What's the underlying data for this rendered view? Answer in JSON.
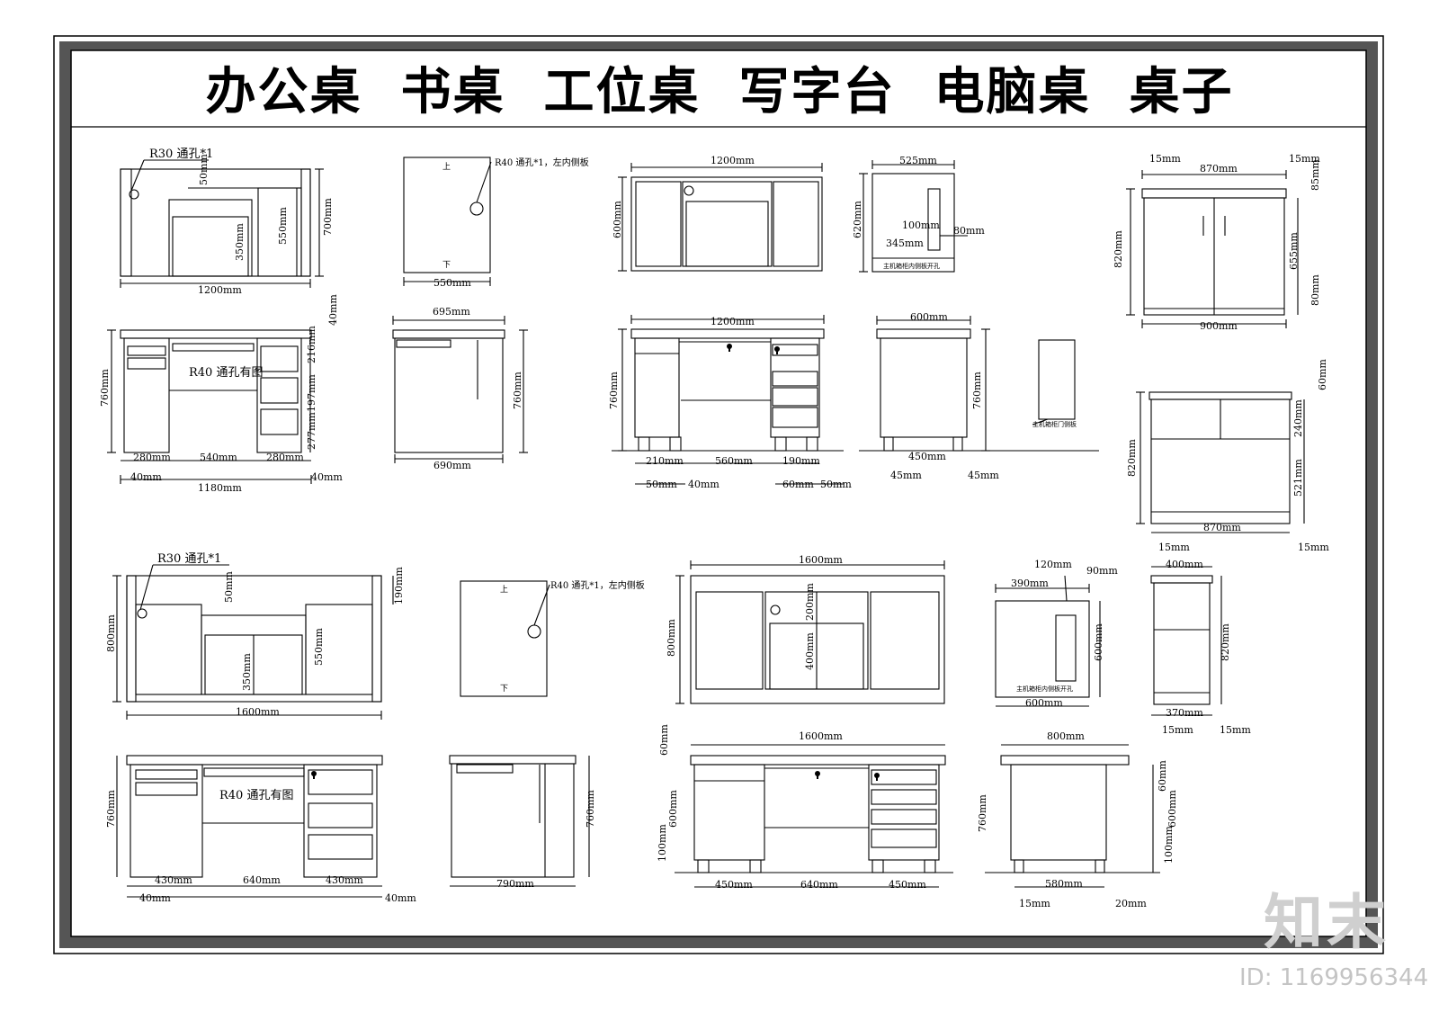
{
  "title": "办公桌  书桌  工位桌  写字台  电脑桌  桌子",
  "watermark": {
    "logo": "知末",
    "id": "ID: 1169956344"
  },
  "dims": {
    "d1200": "1200mm",
    "d700": "700mm",
    "d550": "550mm",
    "d350": "350mm",
    "d50": "50mm",
    "d40": "40mm",
    "d760": "760mm",
    "d1180": "1180mm",
    "d280": "280mm",
    "d540": "540mm",
    "d216": "216mm",
    "d197": "197mm",
    "d277": "277mm",
    "d695": "695mm",
    "d690": "690mm",
    "d600": "600mm",
    "d525": "525mm",
    "d620": "620mm",
    "d100": "100mm",
    "d345": "345mm",
    "d80": "80mm",
    "d560": "560mm",
    "d210": "210mm",
    "d190": "190mm",
    "d60": "60mm",
    "d450": "450mm",
    "d45": "45mm",
    "d15": "15mm",
    "d870": "870mm",
    "d85": "85mm",
    "d820": "820mm",
    "d655": "655mm",
    "d900": "900mm",
    "d240": "240mm",
    "d521": "521mm",
    "d1600": "1600mm",
    "d800": "800mm",
    "d200": "200mm",
    "d400": "400mm",
    "d390": "390mm",
    "d120": "120mm",
    "d90": "90mm",
    "d370": "370mm",
    "d430": "430mm",
    "d640": "640mm",
    "d790": "790mm",
    "d580": "580mm",
    "d20": "20mm"
  },
  "notes": {
    "r30": "R30 通孔*1",
    "r40hole": "R40 通孔*1，左内侧板",
    "r40fig": "R40 通孔有图",
    "up": "上",
    "down": "下",
    "hostHole": "主机箱柜内侧板开孔",
    "hostHoleSide": "主机箱柜门侧板"
  }
}
